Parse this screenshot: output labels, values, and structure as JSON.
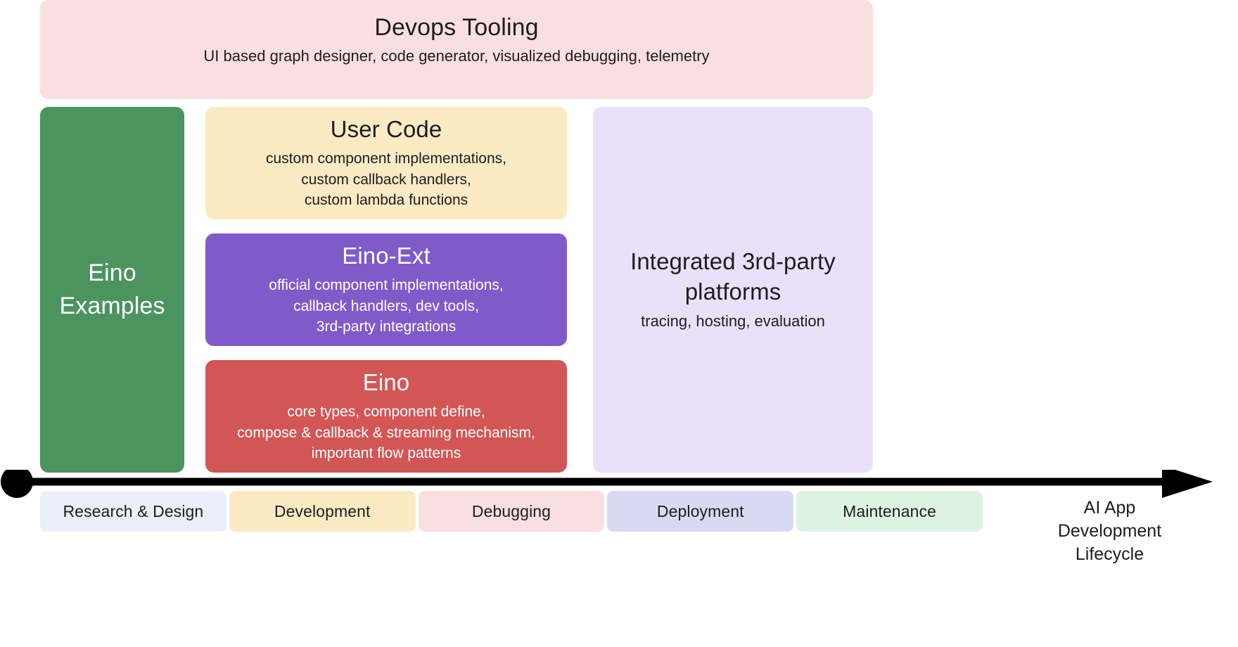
{
  "diagram": {
    "caption": "AI App\nDevelopment\nLifecycle",
    "banner": {
      "title": "Devops Tooling",
      "subtitle": "UI based graph designer, code generator, visualized debugging, telemetry",
      "color": "#fadfe0"
    },
    "examples": {
      "title": "Eino\nExamples",
      "color": "#4b9460"
    },
    "layers": [
      {
        "title": "User Code",
        "subtitle": "custom component implementations,\ncustom callback handlers,\ncustom lambda functions",
        "color": "#fbeac4",
        "text_color": "#1d1d1f"
      },
      {
        "title": "Eino-Ext",
        "subtitle": "official component implementations,\ncallback handlers, dev tools,\n3rd-party integrations",
        "color": "#7f5bc9",
        "text_color": "#ffffff"
      },
      {
        "title": "Eino",
        "subtitle": "core types, component define,\ncompose & callback & streaming mechanism,\nimportant flow patterns",
        "color": "#d25656",
        "text_color": "#ffffff"
      }
    ],
    "platforms": {
      "title": "Integrated 3rd-party\nplatforms",
      "subtitle": "tracing, hosting, evaluation",
      "color": "#e9e1fa"
    },
    "stages": [
      {
        "label": "Research & Design",
        "color": "#eaeffa"
      },
      {
        "label": "Development",
        "color": "#fbeac4"
      },
      {
        "label": "Debugging",
        "color": "#fadfe0"
      },
      {
        "label": "Deployment",
        "color": "#d7daf2"
      },
      {
        "label": "Maintenance",
        "color": "#dcf3e1"
      }
    ],
    "axis": {
      "line_color": "#000000"
    }
  }
}
